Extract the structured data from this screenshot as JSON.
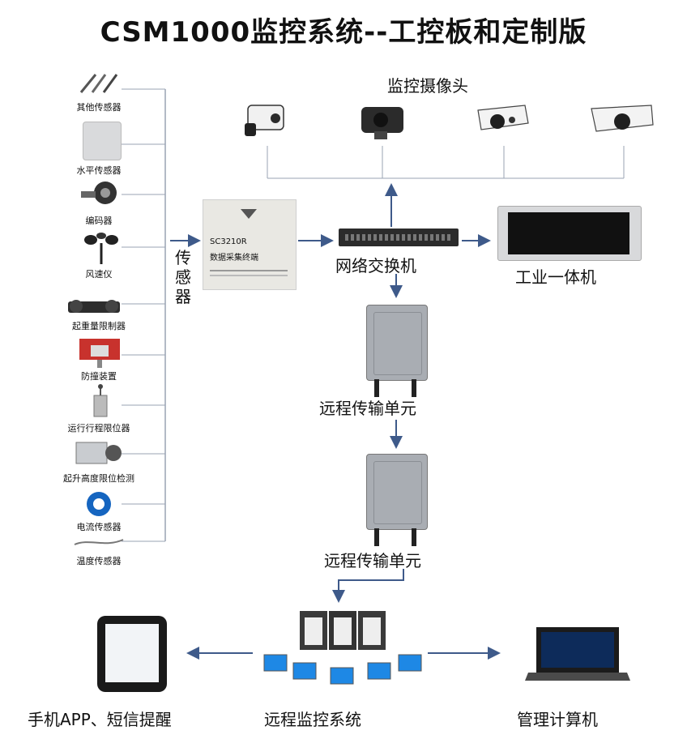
{
  "title": "CSM1000监控系统--工控板和定制版",
  "cameras_label": "监控摄像头",
  "sensors": [
    "其他传感器",
    "水平传感器",
    "编码器",
    "风速仪",
    "起重量限制器",
    "防撞装置",
    "运行行程限位器",
    "起升高度限位检测",
    "电流传感器",
    "温度传感器"
  ],
  "sensor_bus_label": "传\n感\n器",
  "terminal": {
    "model": "SC3210R",
    "name": "数据采集终端"
  },
  "switch_label": "网络交换机",
  "panel_pc_label": "工业一体机",
  "remote_unit_1_label": "远程传输单元",
  "remote_unit_2_label": "远程传输单元",
  "phone_label": "手机APP、短信提醒",
  "remote_system_label": "远程监控系统",
  "computer_label": "管理计算机",
  "colors": {
    "arrow": "#3e5a8a",
    "line": "#9aa3b3",
    "device_dark": "#2b2b2b",
    "device_grey": "#a9adb3"
  }
}
